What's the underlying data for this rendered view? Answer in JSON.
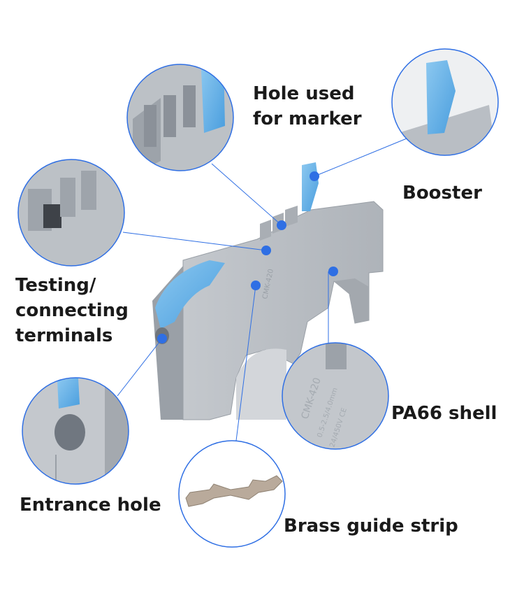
{
  "colors": {
    "accent": "#2f6fe4",
    "shell_gray": "#b7bcc2",
    "lever_blue": "#5aaee6",
    "brass": "#b8a898"
  },
  "labels": {
    "hole_marker_line1": "Hole used",
    "hole_marker_line2": "for marker",
    "booster": "Booster",
    "testing_line1": "Testing/",
    "testing_line2": "connecting",
    "testing_line3": "terminals",
    "pa66_shell": "PA66 shell",
    "entrance_hole": "Entrance hole",
    "brass_strip": "Brass guide strip"
  },
  "product_marking": {
    "model": "CMK-420",
    "spec1": "0.5-2.5/4.0mm",
    "spec2": "24/450V CE"
  }
}
